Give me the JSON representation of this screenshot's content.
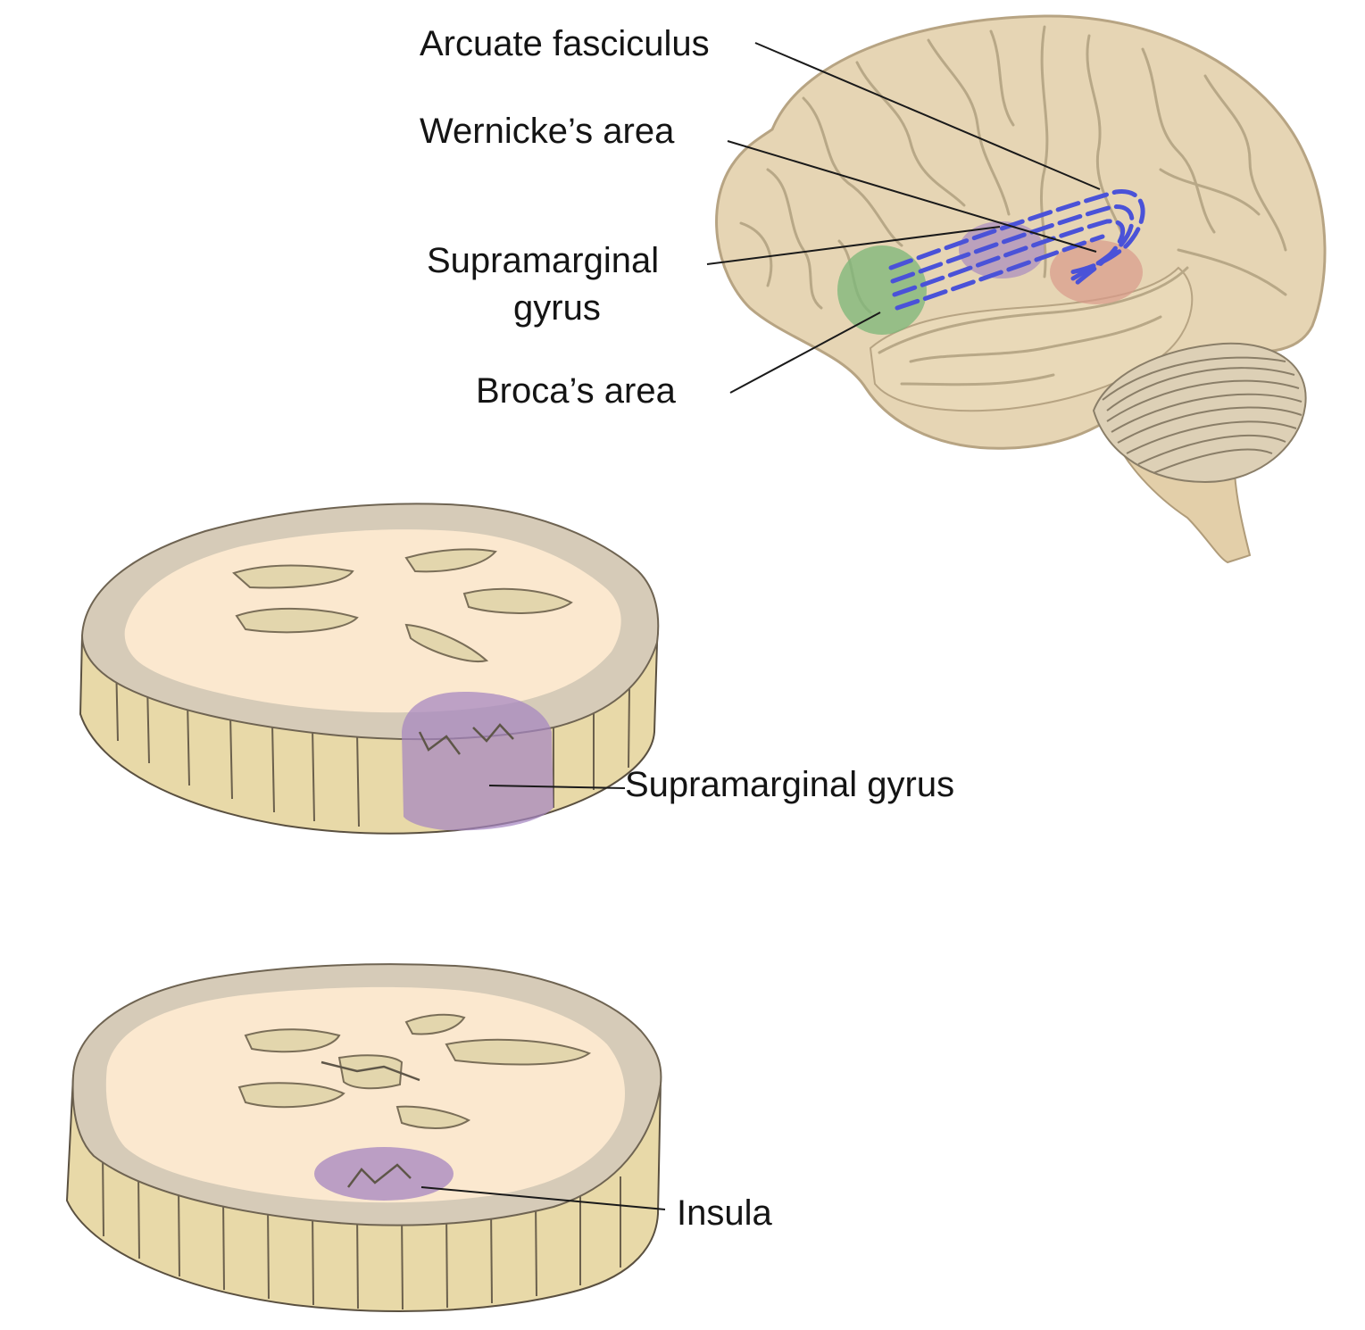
{
  "labels": {
    "arcuate_fasciculus": "Arcuate fasciculus",
    "wernickes_area": "Wernicke’s area",
    "supramarginal_gyrus_line1": "Supramarginal",
    "supramarginal_gyrus_line2": "gyrus",
    "brocas_area": "Broca’s area",
    "section_supramarginal_gyrus": "Supramarginal gyrus",
    "insula": "Insula"
  },
  "colors": {
    "brain_tissue": "#e6d5b4",
    "sulcus_line": "#b8a887",
    "brocas_highlight": "#7fb77a",
    "wernickes_highlight": "#d89a8a",
    "supramarginal_highlight": "#a585c0",
    "arcuate_tract": "#4a52d8",
    "white_matter": "#fbe8cf",
    "slab_wall": "#e8d9a8"
  }
}
